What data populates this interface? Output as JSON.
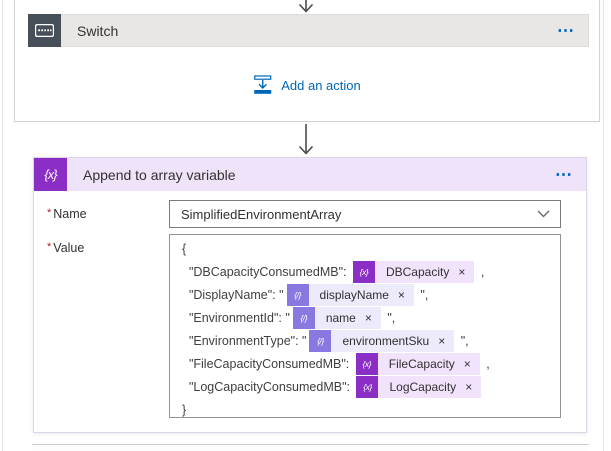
{
  "icons": {
    "more": "⋯",
    "close": "×",
    "variable_glyph": "{x}",
    "json_glyph": "{/}"
  },
  "colors": {
    "accent_blue": "#0067b8",
    "variable_purple": "#8a2ec5",
    "json_token_violet": "#8878e0",
    "append_header_bg": "#efe3f9",
    "variable_pill_bg": "#f1e3fb",
    "json_pill_bg": "#edeafb",
    "switch_icon_bg": "#475059",
    "switch_header_bg": "#e9e7e5",
    "required_red": "#a4262c"
  },
  "switch_section": {
    "title": "Switch",
    "add_action_label": "Add an action"
  },
  "append_action": {
    "title": "Append to array variable",
    "name_field": {
      "required": "*",
      "label": "Name",
      "value": "SimplifiedEnvironmentArray"
    },
    "value_field": {
      "required": "*",
      "label": "Value",
      "lines": [
        {
          "text": "{"
        },
        {
          "key": "  \"DBCapacityConsumedMB\": ",
          "token": {
            "kind": "variable",
            "glyph": "{x}",
            "name": "DBCapacity"
          },
          "suffix": " ,"
        },
        {
          "key": "  \"DisplayName\": \"",
          "token": {
            "kind": "json",
            "glyph": "{/}",
            "name": "displayName"
          },
          "suffix": " \","
        },
        {
          "key": "  \"EnvironmentId\": \"",
          "token": {
            "kind": "json",
            "glyph": "{/}",
            "name": "name"
          },
          "suffix": " \","
        },
        {
          "key": "  \"EnvironmentType\": \"",
          "token": {
            "kind": "json",
            "glyph": "{/}",
            "name": "environmentSku"
          },
          "suffix": " \","
        },
        {
          "key": "  \"FileCapacityConsumedMB\": ",
          "token": {
            "kind": "variable",
            "glyph": "{x}",
            "name": "FileCapacity"
          },
          "suffix": " ,"
        },
        {
          "key": "  \"LogCapacityConsumedMB\": ",
          "token": {
            "kind": "variable",
            "glyph": "{x}",
            "name": "LogCapacity"
          }
        },
        {
          "text": "}"
        }
      ]
    }
  }
}
